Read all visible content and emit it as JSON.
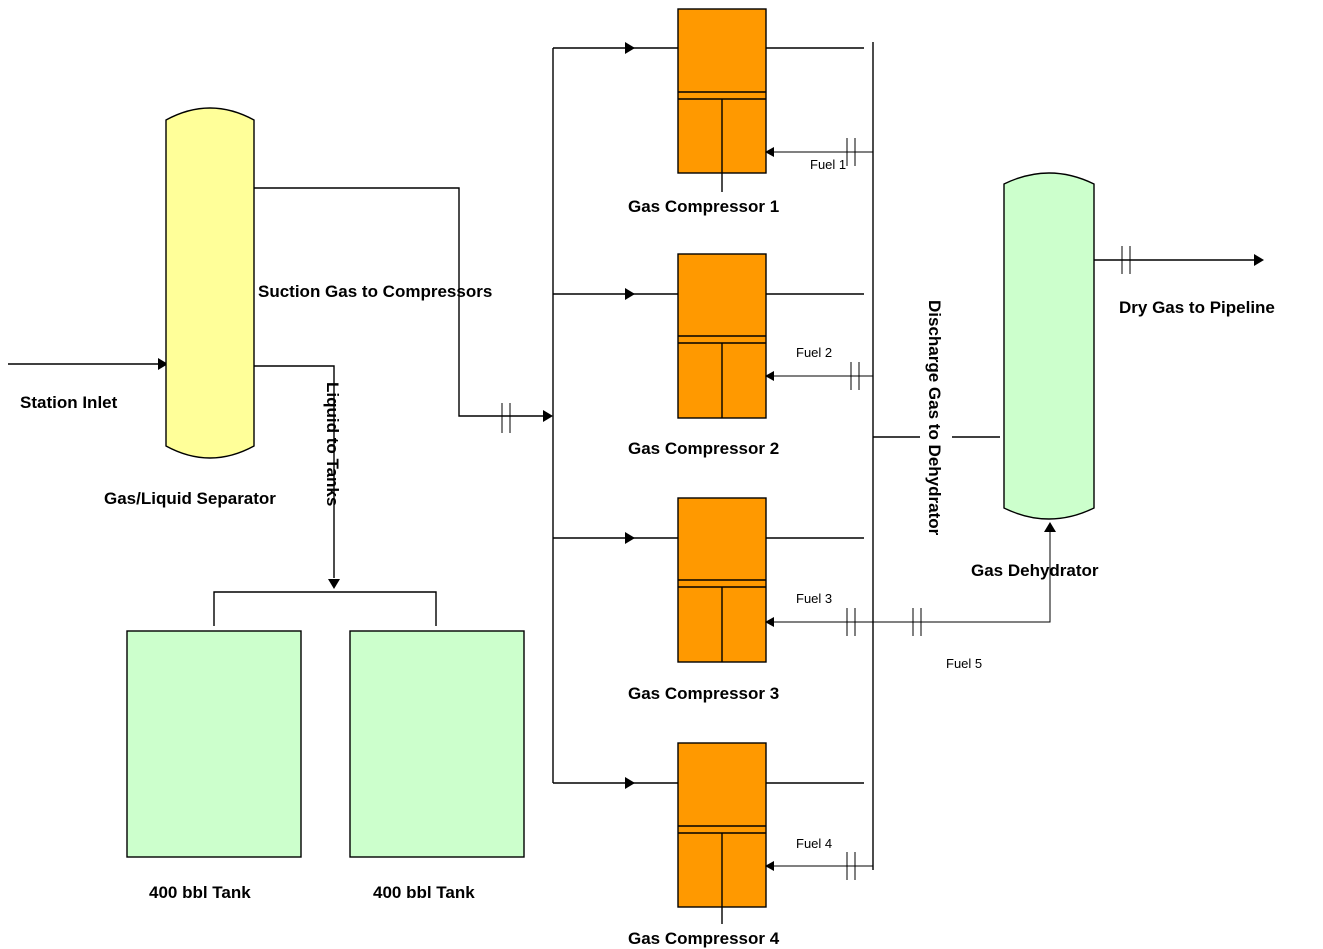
{
  "diagram": {
    "labels": {
      "station_inlet": "Station Inlet",
      "separator": "Gas/Liquid Separator",
      "liquid_to_tanks": "Liquid to Tanks",
      "suction_gas": "Suction Gas to Compressors",
      "discharge_gas": "Discharge Gas to Dehydrator",
      "dehydrator": "Gas Dehydrator",
      "dry_gas": "Dry Gas to Pipeline",
      "tank_1": "400 bbl Tank",
      "tank_2": "400 bbl Tank",
      "compressor_1": "Gas Compressor 1",
      "compressor_2": "Gas Compressor 2",
      "compressor_3": "Gas Compressor 3",
      "compressor_4": "Gas Compressor 4",
      "fuel_1": "Fuel 1",
      "fuel_2": "Fuel 2",
      "fuel_3": "Fuel 3",
      "fuel_4": "Fuel 4",
      "fuel_5": "Fuel 5"
    },
    "colors": {
      "compressor": "#FF9900",
      "tank": "#CCFFCC",
      "separator": "#FFFF99",
      "dehydrator": "#CCFFCC"
    }
  }
}
